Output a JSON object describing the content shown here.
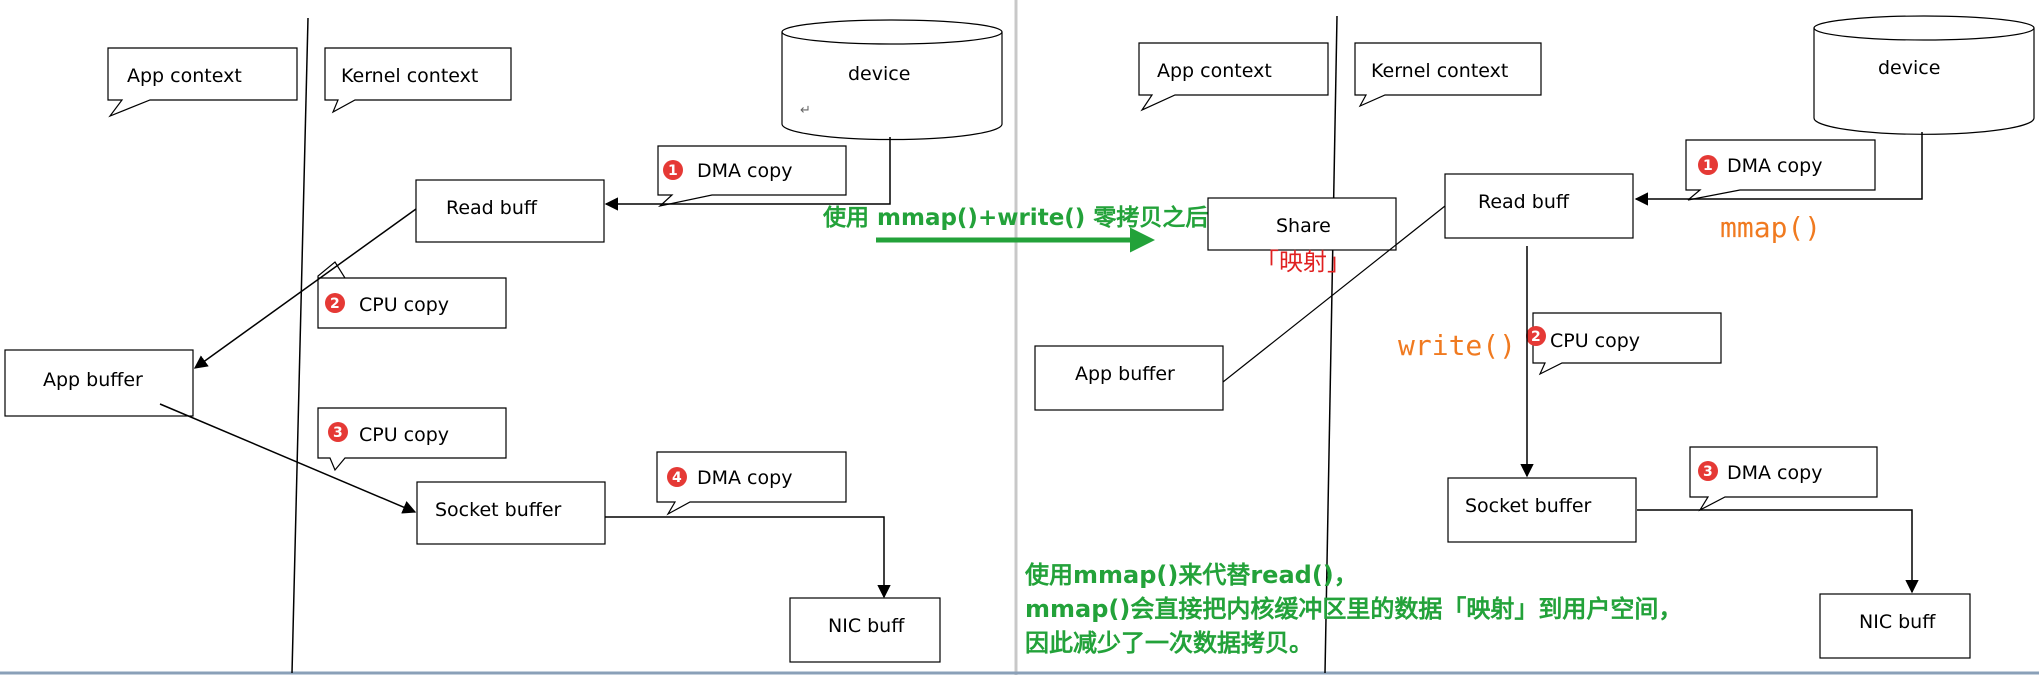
{
  "left": {
    "app_context": "App context",
    "kernel_context": "Kernel context",
    "device": "device",
    "read_buff": "Read buff",
    "app_buffer": "App buffer",
    "socket_buffer": "Socket buffer",
    "nic_buff": "NIC buff",
    "steps": [
      {
        "num": "1",
        "label": "DMA copy"
      },
      {
        "num": "2",
        "label": "CPU copy"
      },
      {
        "num": "3",
        "label": "CPU copy"
      },
      {
        "num": "4",
        "label": "DMA copy"
      }
    ]
  },
  "middle": {
    "arrow_label": "使用 mmap()+write() 零拷贝之后"
  },
  "right": {
    "app_context": "App context",
    "kernel_context": "Kernel context",
    "device": "device",
    "read_buff": "Read buff",
    "share": "Share",
    "mapping": "「映射」",
    "app_buffer": "App buffer",
    "socket_buffer": "Socket buffer",
    "nic_buff": "NIC buff",
    "mmap_label": "mmap()",
    "write_label": "write()",
    "steps": [
      {
        "num": "1",
        "label": "DMA copy"
      },
      {
        "num": "2",
        "label": "CPU copy"
      },
      {
        "num": "3",
        "label": "DMA copy"
      }
    ],
    "note_lines": [
      "使用mmap()来代替read()，",
      "mmap()会直接把内核缓冲区里的数据「映射」到用户空间，",
      "因此减少了一次数据拷贝。"
    ]
  },
  "colors": {
    "badge": "#e53935",
    "green": "#23a23a",
    "orange": "#f07a20",
    "red": "#e02020"
  }
}
